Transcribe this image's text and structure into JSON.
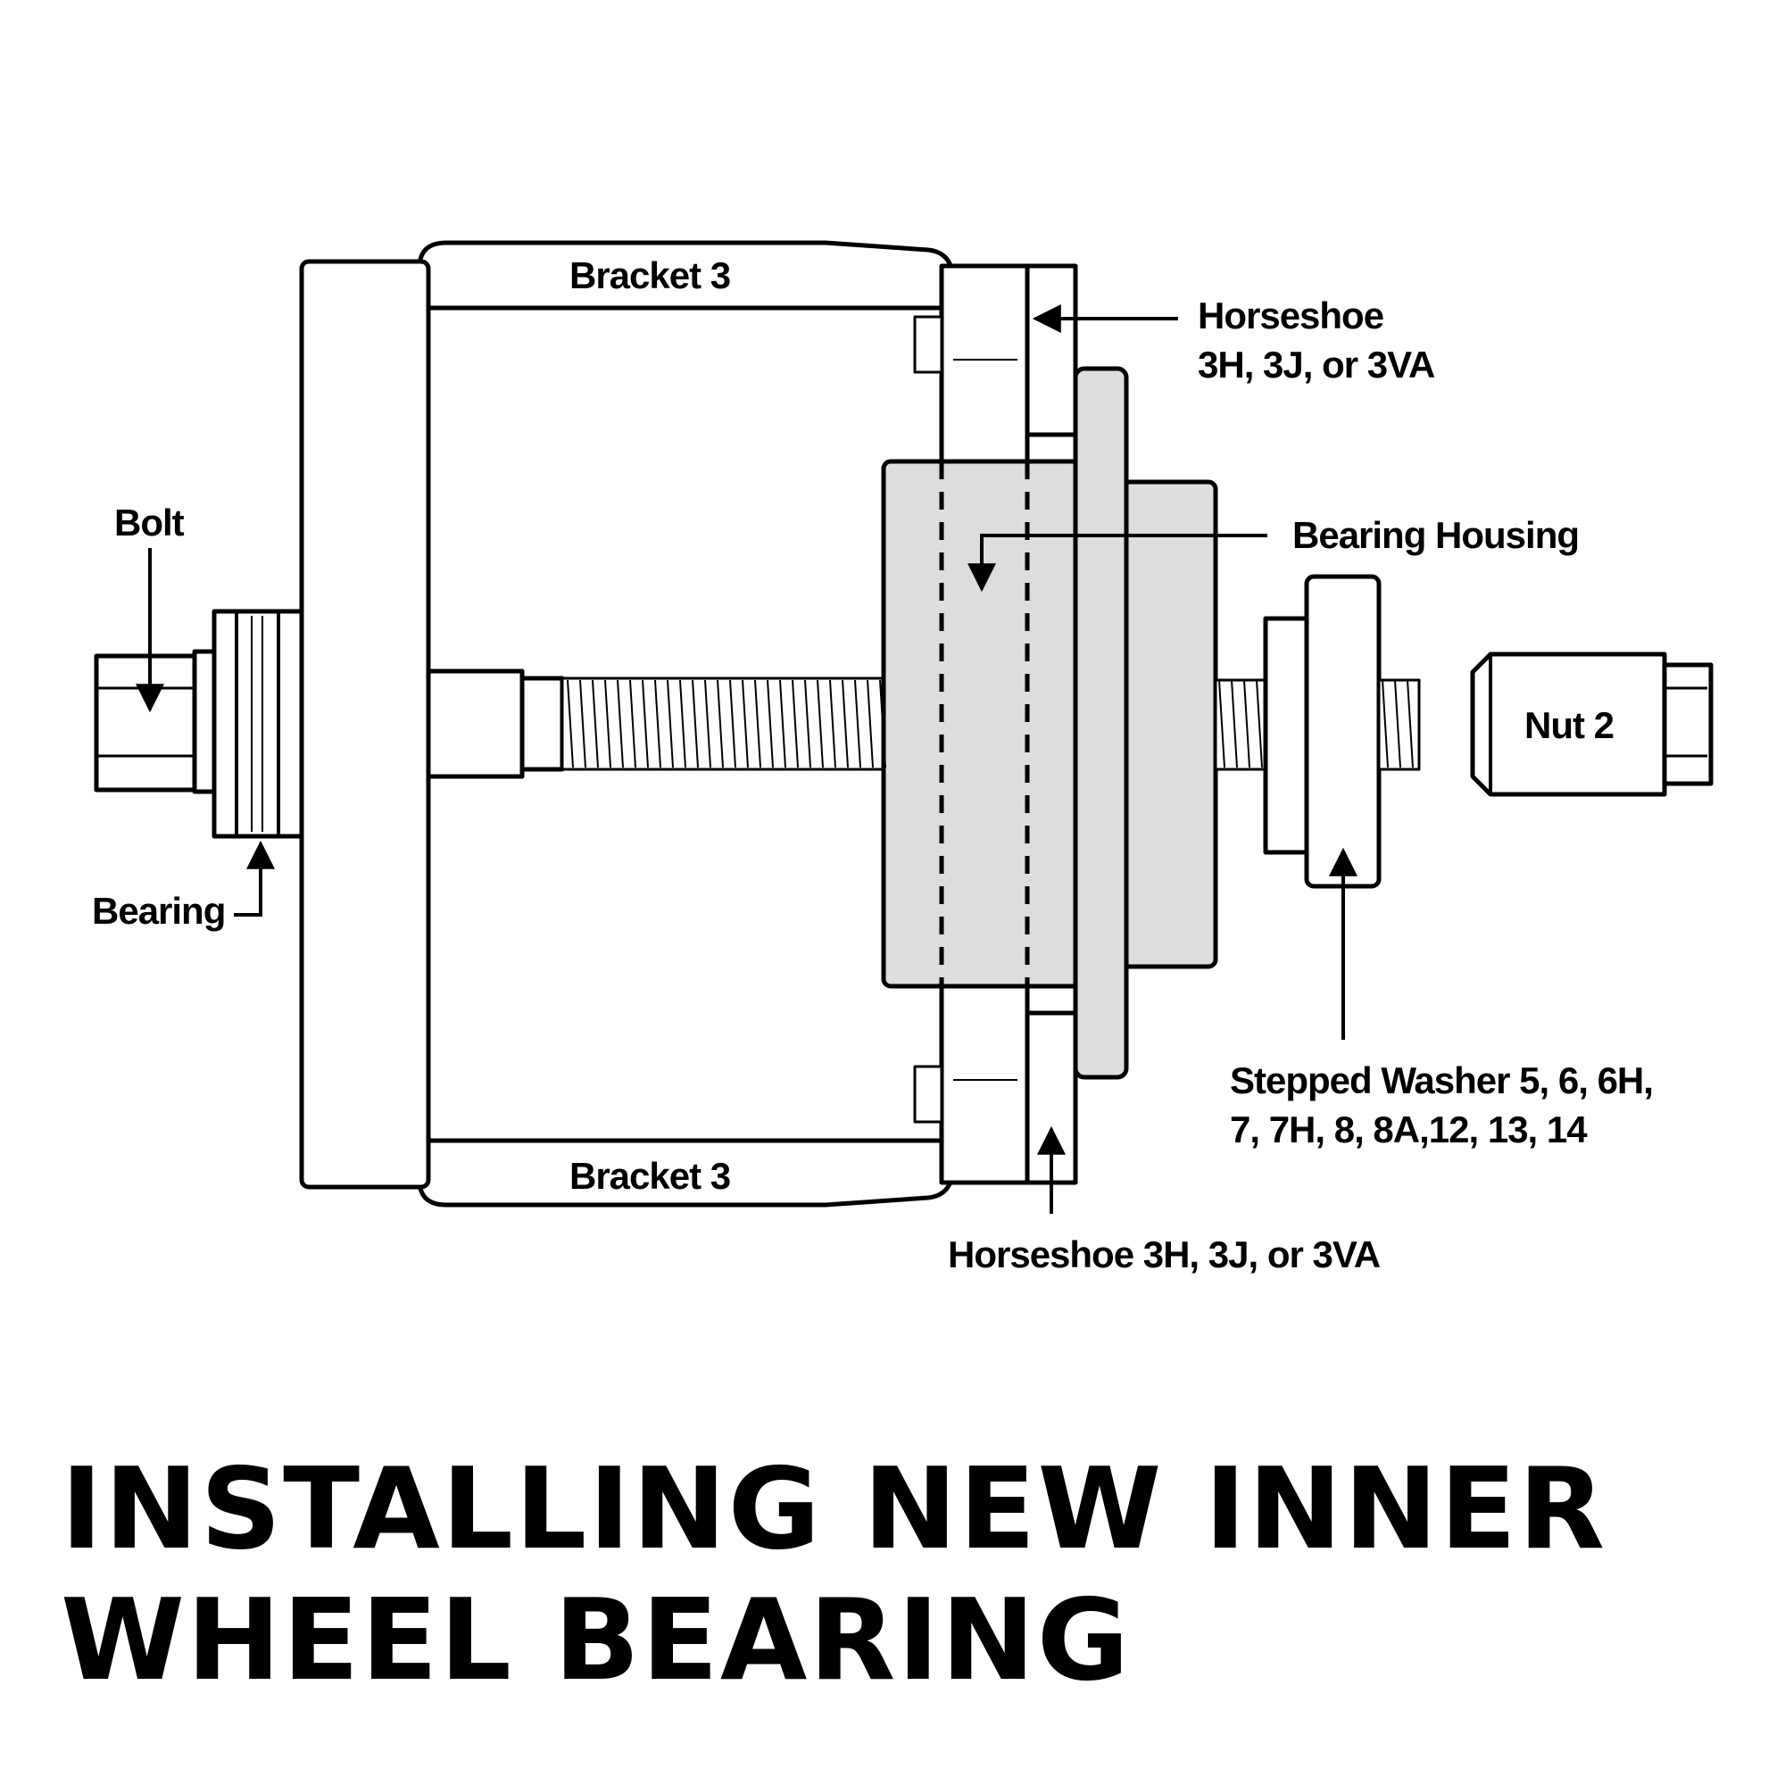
{
  "colors": {
    "line": "#000000",
    "fill_gray": "#dddddd",
    "background": "#ffffff"
  },
  "labels": {
    "bolt": "Bolt",
    "bearing": "Bearing",
    "bracket_top": "Bracket 3",
    "bracket_bottom": "Bracket 3",
    "horseshoe_top_line1": "Horseshoe",
    "horseshoe_top_line2": "3H, 3J, or 3VA",
    "bearing_housing": "Bearing Housing",
    "nut": "Nut 2",
    "stepped_washer_line1": "Stepped Washer 5, 6, 6H,",
    "stepped_washer_line2": "7, 7H, 8, 8A,12, 13, 14",
    "horseshoe_bottom": "Horseshoe 3H, 3J, or 3VA"
  },
  "title": {
    "line1": "INSTALLING NEW INNER",
    "line2": "WHEEL BEARING"
  }
}
